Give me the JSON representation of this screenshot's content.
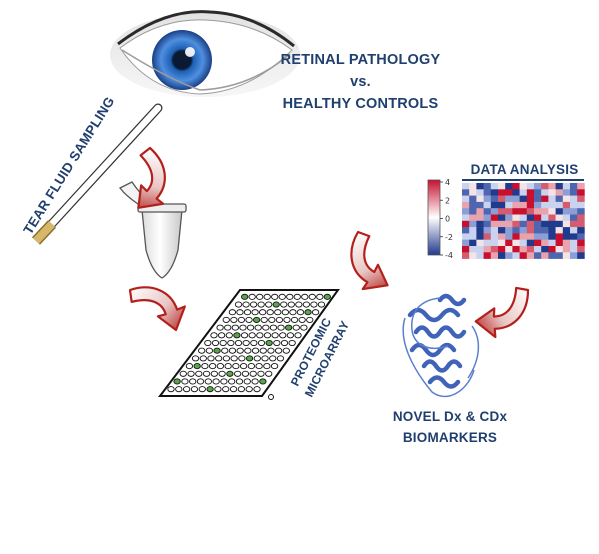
{
  "header": {
    "line1": "RETINAL PATHOLOGY",
    "line2": "vs.",
    "line3": "HEALTHY CONTROLS"
  },
  "sampling": {
    "label": "TEAR FLUID SAMPLING"
  },
  "microarray": {
    "line1": "PROTEOMIC",
    "line2": "MICROARRAY"
  },
  "analysis": {
    "title": "DATA ANALYSIS",
    "colorbar_ticks": [
      "4",
      "2",
      "0",
      "-2",
      "-4"
    ]
  },
  "output": {
    "line1": "NOVEL Dx & CDx",
    "line2": "BIOMARKERS"
  },
  "colors": {
    "text": "#1f3f6e",
    "arrow_red": "#b3201c",
    "heat_high": "#c8102e",
    "heat_low": "#203a8c",
    "iris": "#2f6fc4",
    "protein": "#3f63b8",
    "spot_green": "#5aa64a"
  },
  "icons": [
    "eye-icon",
    "capillary-tube-icon",
    "eppendorf-tube-icon",
    "microarray-slide-icon",
    "heatmap-icon",
    "protein-structure-icon",
    "curved-arrow-icon"
  ]
}
